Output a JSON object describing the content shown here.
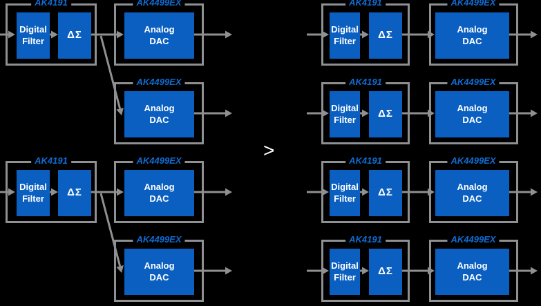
{
  "labels": {
    "digital_chip": "AK4191",
    "dac_chip": "AK4499EX"
  },
  "blocks": {
    "digital_filter": "Digital\nFilter",
    "delta_sigma": "ΔΣ",
    "analog_dac": "Analog\nDAC"
  },
  "chevron": ">",
  "colors": {
    "background": "#000000",
    "block_blue": "#0A5FC1",
    "label_blue": "#0F6CD3",
    "line_gray": "#8F9092",
    "text_white": "#FFFFFF"
  },
  "structure": {
    "left_configuration": "2x AK4191 each driving 2x AK4499EX",
    "right_configuration": "4x AK4191 each driving 1x AK4499EX"
  }
}
